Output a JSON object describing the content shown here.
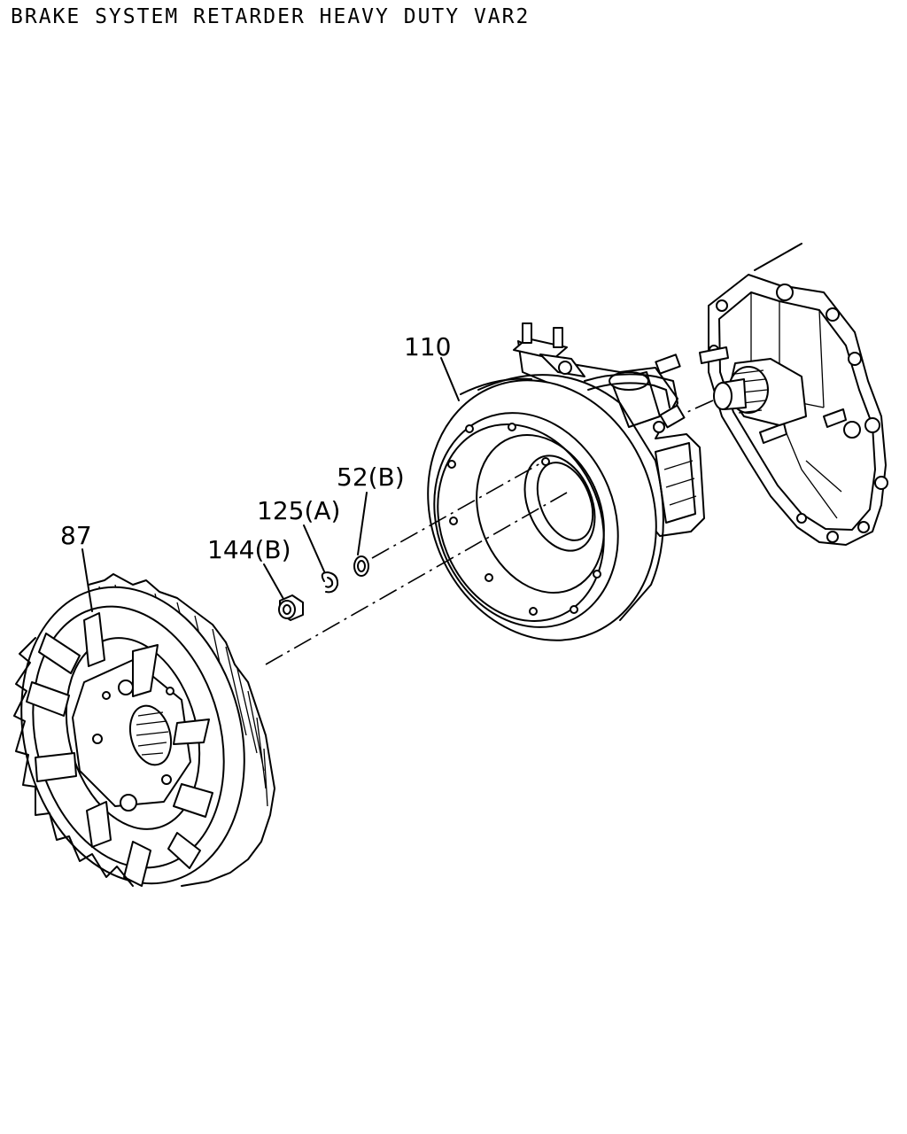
{
  "title": "BRAKE SYSTEM RETARDER HEAVY DUTY VAR2",
  "callouts": {
    "part_110": "110",
    "part_52b": "52(B)",
    "part_125a": "125(A)",
    "part_144b": "144(B)",
    "part_87": "87"
  },
  "colors": {
    "line": "#000000",
    "background": "#ffffff"
  }
}
